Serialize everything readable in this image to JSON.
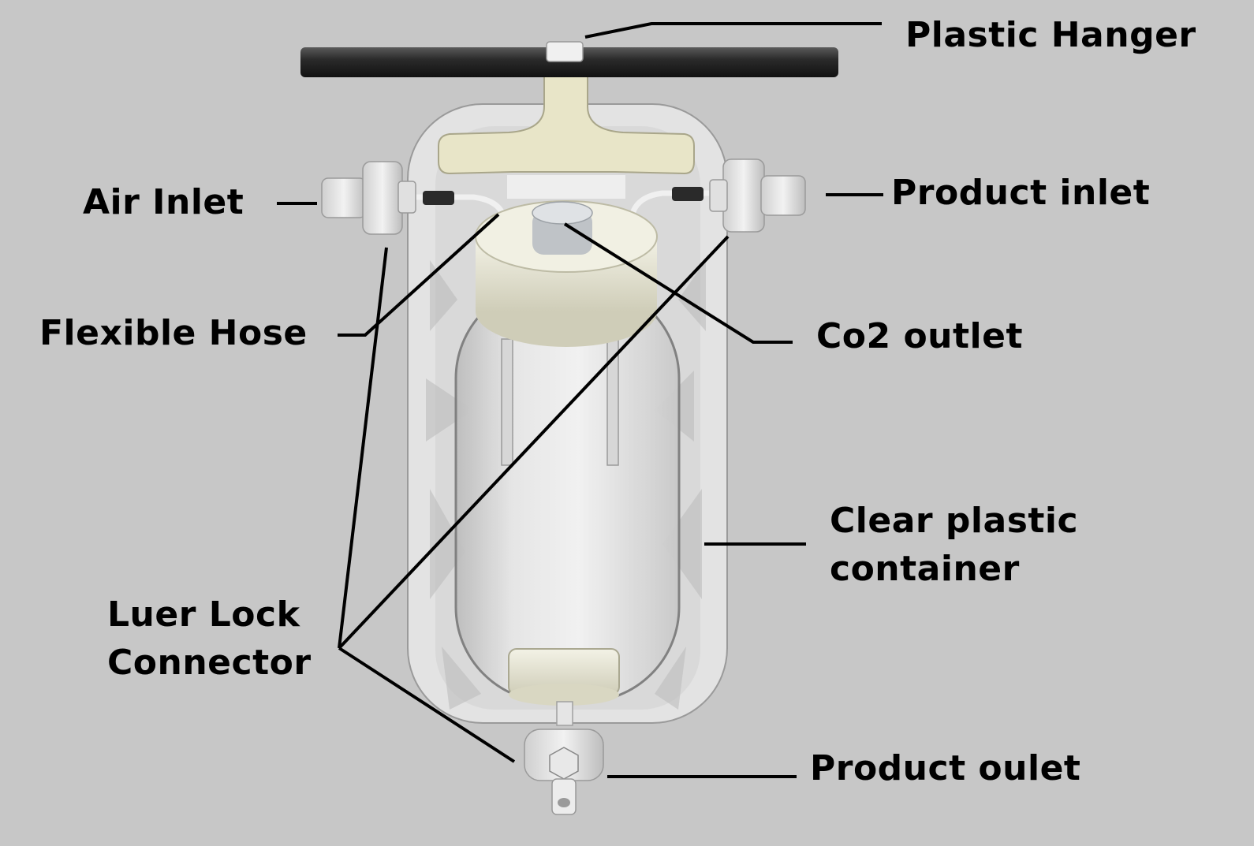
{
  "labels": {
    "plastic_hanger": "Plastic Hanger",
    "air_inlet": "Air Inlet",
    "product_inlet": "Product inlet",
    "flexible_hose": "Flexible Hose",
    "co2_outlet": "Co2 outlet",
    "clear_container_line1": "Clear plastic",
    "clear_container_line2": "container",
    "luer_lock_line1": "Luer Lock",
    "luer_lock_line2": "Connector",
    "product_outlet": "Product oulet"
  },
  "colors": {
    "background": "#c7c7c7",
    "leader_line": "#000000",
    "hanger_rod": "#2e2e2e",
    "plastic_part": "#e9e7d2",
    "housing": "#dcdcdc"
  }
}
